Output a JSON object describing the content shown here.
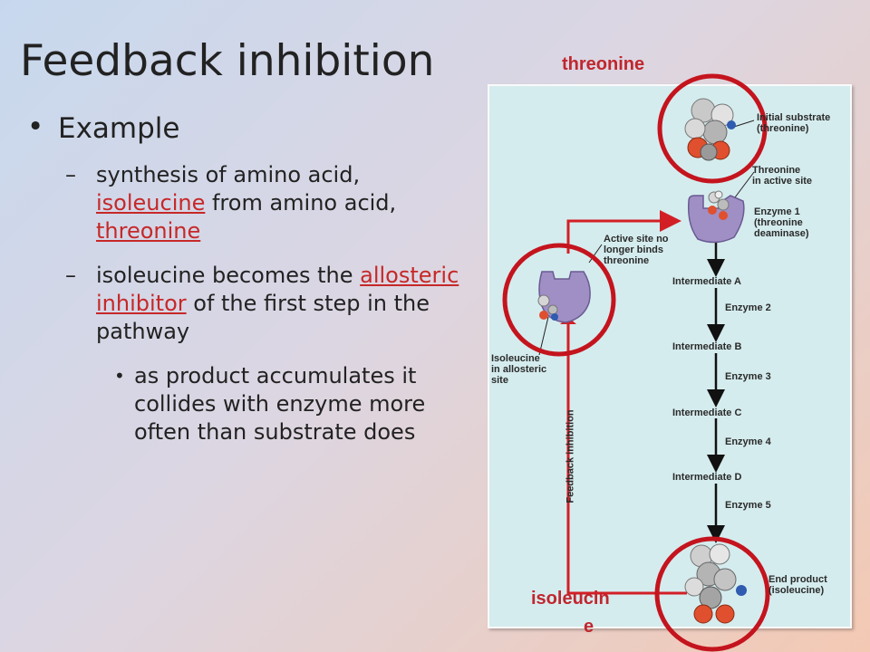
{
  "title": "Feedback inhibition",
  "bullets": {
    "example": "Example",
    "item1": {
      "before": "synthesis of amino acid, ",
      "link1": "isoleucine",
      "middle": " from amino acid, ",
      "link2": "threonine"
    },
    "item2": {
      "before": "isoleucine becomes the ",
      "link": "allosteric inhibitor",
      "after": " of the first step in the pathway"
    },
    "sub": "as product accumulates it collides with enzyme more often than substrate does"
  },
  "diagram": {
    "labels": {
      "initial_substrate": "Initial substrate\n(threonine)",
      "threonine_active": "Threonine\nin active site",
      "enzyme1": "Enzyme 1\n(threonine\ndeaminase)",
      "active_no_bind": "Active site no\nlonger binds\nthreonine",
      "isoleucine_allosteric": "Isoleucine\nin allosteric\nsite",
      "feedback": "Feedback inhibition",
      "end_product": "End product\n(isoleucine)"
    },
    "steps": [
      {
        "intermediate": "Intermediate A",
        "enzyme": "Enzyme 2"
      },
      {
        "intermediate": "Intermediate B",
        "enzyme": "Enzyme 3"
      },
      {
        "intermediate": "Intermediate C",
        "enzyme": "Enzyme 4"
      },
      {
        "intermediate": "Intermediate D",
        "enzyme": "Enzyme 5"
      }
    ]
  },
  "callouts": {
    "threonine": "threonine",
    "isoleucine_line1": "isoleucin",
    "isoleucine_line2": "e"
  },
  "colors": {
    "accent_red": "#c62828",
    "circle_red": "#c4141e",
    "enzyme_purple": "#9f8fc4",
    "panel_bg": "#d5ecee"
  }
}
